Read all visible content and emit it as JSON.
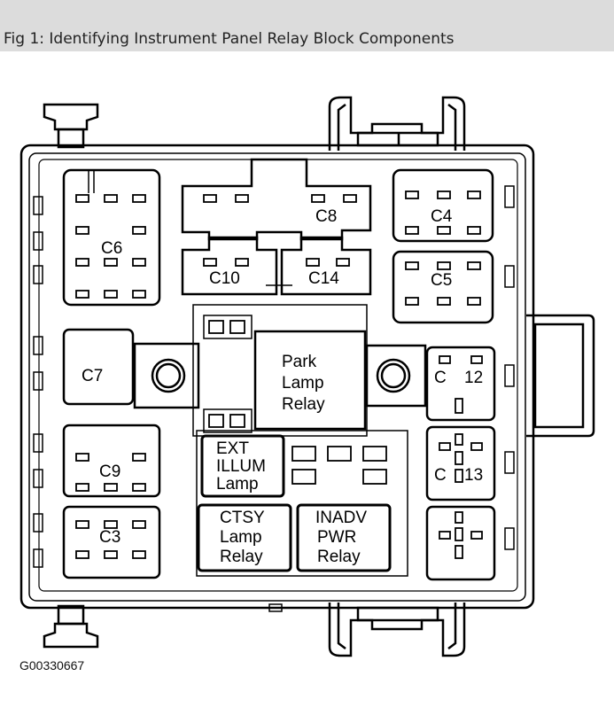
{
  "caption": "Fig 1: Identifying Instrument Panel Relay Block Components",
  "figure_code": "G00330667",
  "connectors": {
    "c6": "C6",
    "c8": "C8",
    "c4": "C4",
    "c10": "C10",
    "c14": "C14",
    "c5": "C5",
    "c7": "C7",
    "c9": "C9",
    "c3": "C3",
    "c12_c": "C",
    "c12_num": "12",
    "c13_c": "C",
    "c13_num": "13"
  },
  "relays": {
    "park": [
      "Park",
      "Lamp",
      "Relay"
    ],
    "ext": [
      "EXT",
      "ILLUM",
      "Lamp"
    ],
    "ctsy": [
      "CTSY",
      "Lamp",
      "Relay"
    ],
    "inadv": [
      "INADV",
      "PWR",
      "Relay"
    ]
  }
}
